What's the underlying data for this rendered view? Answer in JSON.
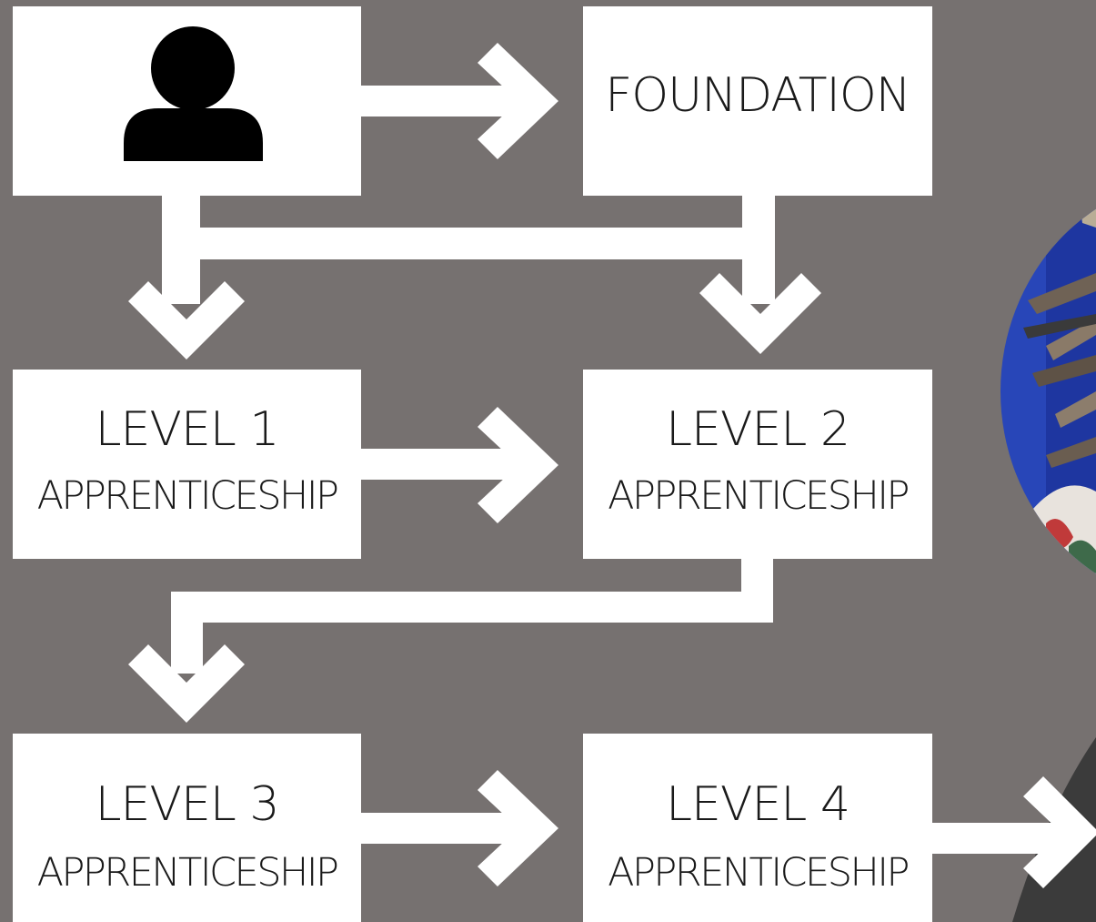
{
  "colors": {
    "background": "#767170",
    "box": "#ffffff",
    "text": "#1a1a1a",
    "icon": "#000000"
  },
  "icons": {
    "person": "person-icon",
    "arrow": "arrow-icon"
  },
  "nodes": {
    "start": {
      "icon": "person-icon"
    },
    "foundation": {
      "title": "FOUNDATION"
    },
    "level1": {
      "title": "LEVEL 1",
      "subtitle": "APPRENTICESHIP"
    },
    "level2": {
      "title": "LEVEL 2",
      "subtitle": "APPRENTICESHIP"
    },
    "level3": {
      "title": "LEVEL 3",
      "subtitle": "APPRENTICESHIP"
    },
    "level4": {
      "title": "LEVEL 4",
      "subtitle": "APPRENTICESHIP"
    }
  },
  "edges": [
    {
      "from": "start",
      "to": "foundation"
    },
    {
      "from": "start",
      "to": "level1"
    },
    {
      "from": "start",
      "to": "level2"
    },
    {
      "from": "foundation",
      "to": "level2"
    },
    {
      "from": "level1",
      "to": "level2"
    },
    {
      "from": "level2",
      "to": "level3"
    },
    {
      "from": "level3",
      "to": "level4"
    },
    {
      "from": "level4",
      "to": ""
    }
  ]
}
